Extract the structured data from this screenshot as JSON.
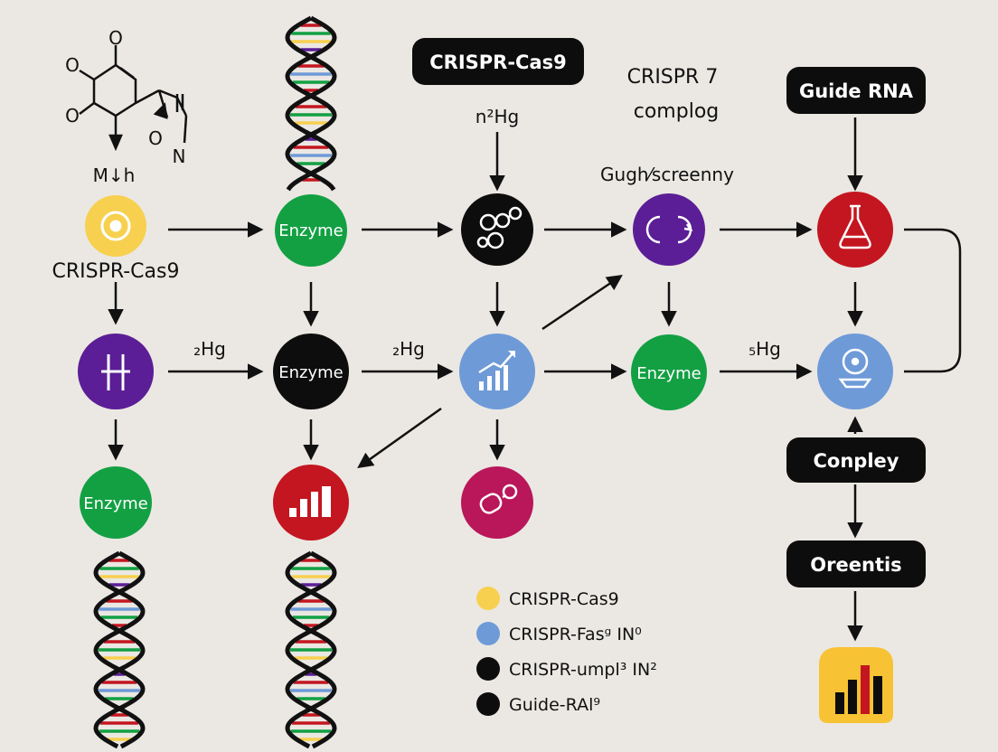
{
  "colors": {
    "yellow": "#f7d04f",
    "green": "#13a043",
    "black": "#0d0d0d",
    "purple": "#5b1e96",
    "blue": "#6e9ad8",
    "red": "#c41620",
    "magenta": "#b9175a",
    "background": "#ebe8e3"
  },
  "pills": {
    "top_center": "CRISPR-Cas9",
    "guide_rna": "Guide RNA",
    "conpley": "Conpley",
    "oreentis": "Oreentis"
  },
  "labels": {
    "crispr_left": "CRISPR-Cas9",
    "molecule_mh": "M↓h",
    "molecule_o_top": "O",
    "molecule_o1": "O",
    "molecule_o2": "O",
    "molecule_o_ring": "O",
    "molecule_n": "N",
    "crispr7_line1": "CRISPR 7",
    "crispr7_line2": "complog",
    "n2hg": "n²Hg",
    "gughscreenny": "Gugh⁄screenny",
    "hg_left": "₂Hg",
    "hg_mid": "₂Hg",
    "hg_right": "₅Hg"
  },
  "nodes": {
    "yellow_icon": "target-icon",
    "enzyme_top": "Enzyme",
    "black_icon": "molecule-cluster-icon",
    "purple_cycle": "cycle-arrows-icon",
    "red_flask": "flask-icon",
    "purple_cross": "cross-icon",
    "enzyme_black": "Enzyme",
    "blue_chart": "growth-chart-icon",
    "enzyme_mid": "Enzyme",
    "blue_gauge": "gauge-icon",
    "enzyme_left": "Enzyme",
    "red_bars": "bar-chart-icon",
    "magenta_molecule": "molecule-icon",
    "final_chart": "bar-chart-icon"
  },
  "legend": [
    {
      "label": "CRISPR-Cas9",
      "color": "#f7d04f"
    },
    {
      "label": "CRISPR-Fasᵍ IN⁰",
      "color": "#6e9ad8"
    },
    {
      "label": "CRISPR-umpl³ IN²",
      "color": "#0d0d0d"
    },
    {
      "label": "Guide-RAl⁹",
      "color": "#0d0d0d"
    }
  ]
}
